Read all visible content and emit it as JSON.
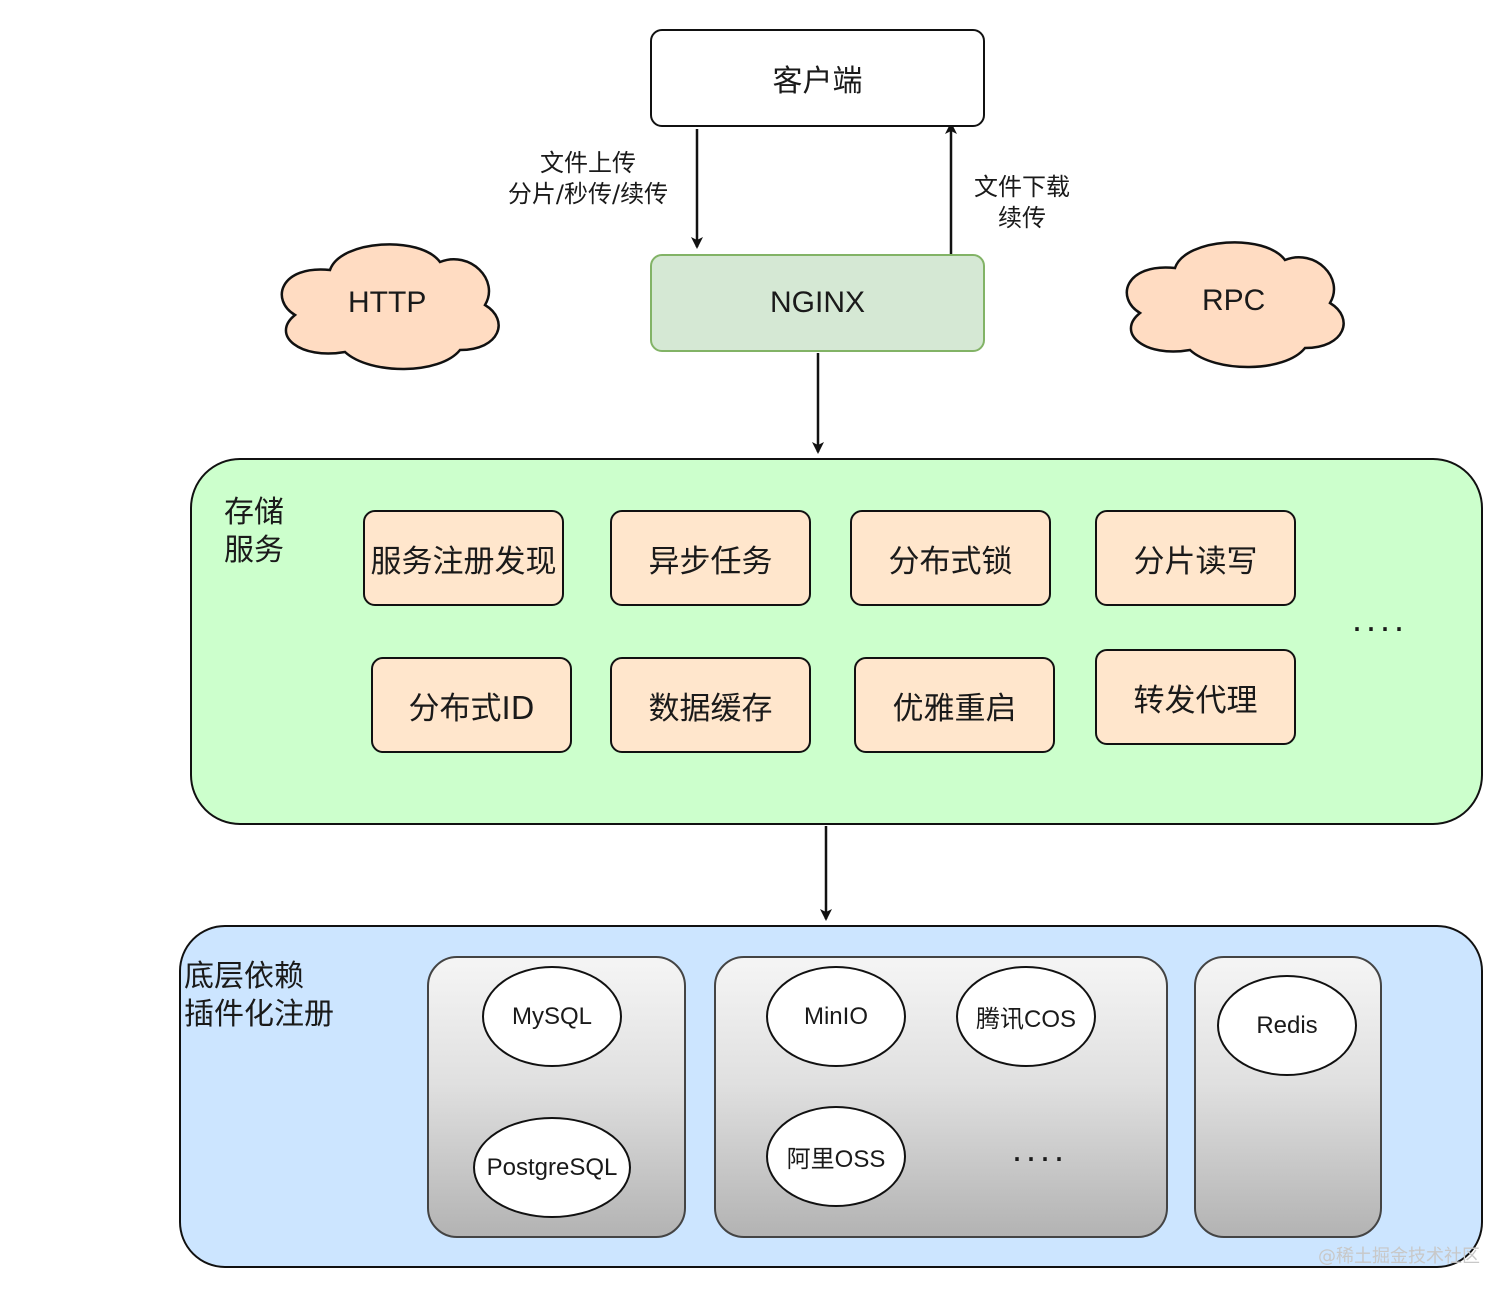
{
  "client": {
    "label": "客户端"
  },
  "nginx": {
    "label": "NGINX"
  },
  "edges": {
    "upload_label": "文件上传\n分片/秒传/续传",
    "download_label": "文件下载\n续传"
  },
  "protocols": {
    "http": "HTTP",
    "rpc": "RPC"
  },
  "storage_service": {
    "title": "存储\n服务",
    "modules": [
      "服务注册发现",
      "异步任务",
      "分布式锁",
      "分片读写",
      "分布式ID",
      "数据缓存",
      "优雅重启",
      "转发代理"
    ],
    "more": "...."
  },
  "dependencies": {
    "title": "底层依赖\n插件化注册",
    "databases": [
      "MySQL",
      "PostgreSQL"
    ],
    "object_storage": [
      "MinIO",
      "腾讯COS",
      "阿里OSS"
    ],
    "object_storage_more": "....",
    "cache": [
      "Redis"
    ]
  },
  "watermark": "@稀土掘金技术社区",
  "colors": {
    "nginx_fill": "#d5e8d4",
    "nginx_border": "#82b366",
    "storage_fill": "#ccffcc",
    "deps_fill": "#cce5ff",
    "module_fill": "#ffe6cc",
    "cloud_fill": "#ffdcc2"
  }
}
